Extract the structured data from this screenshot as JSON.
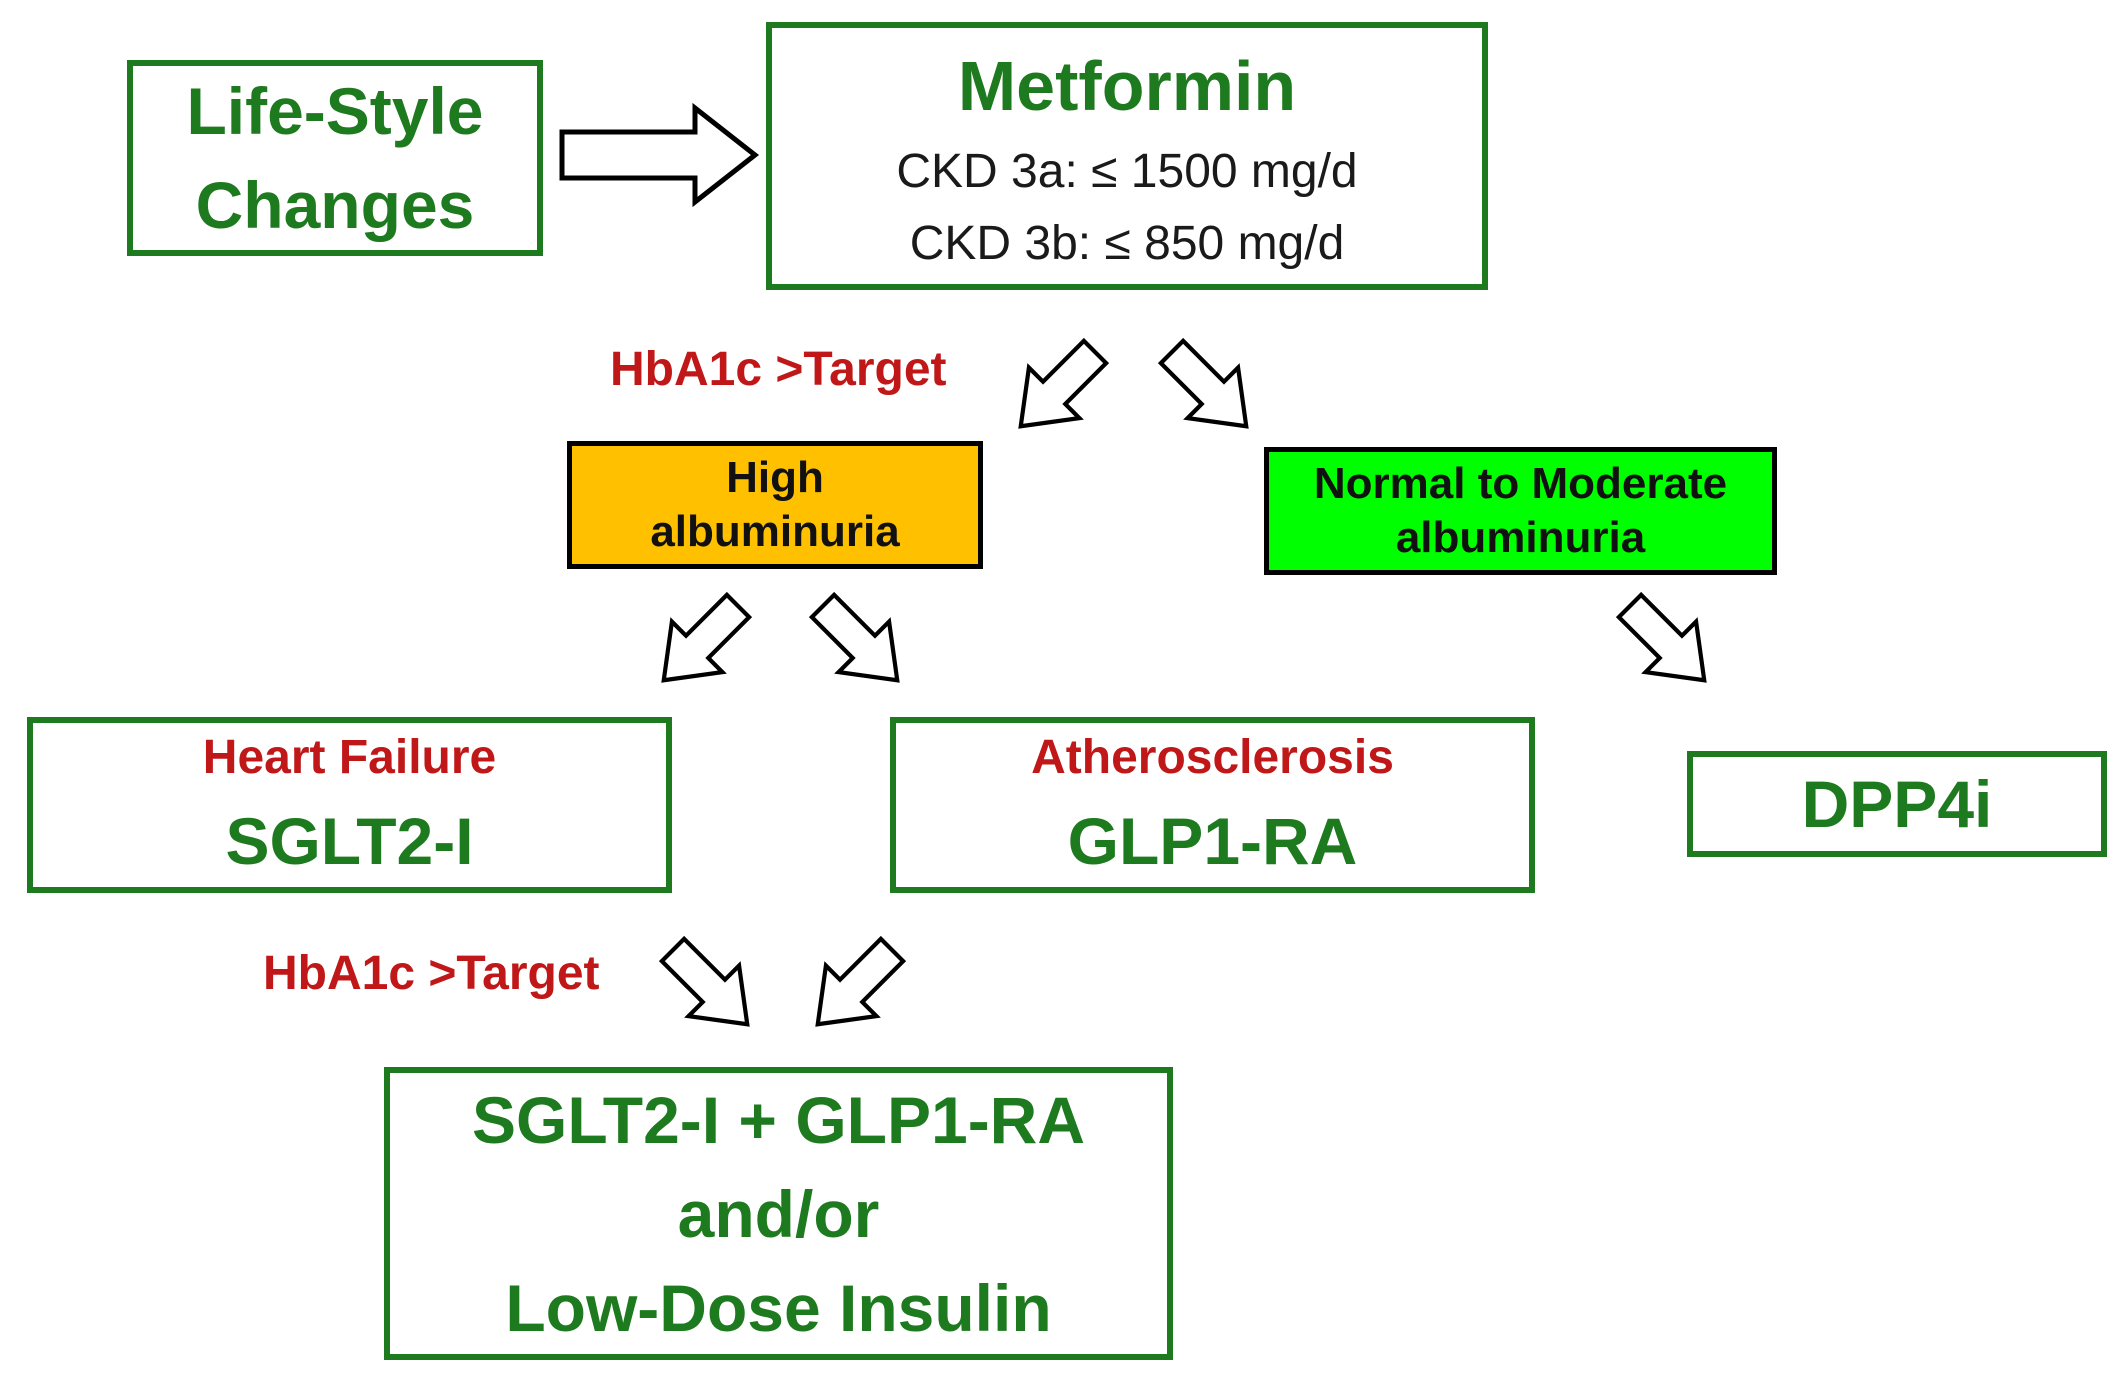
{
  "lifestyle": {
    "line1": "Life-Style",
    "line2": "Changes"
  },
  "metformin": {
    "title": "Metformin",
    "dose_3a": "CKD 3a: ≤ 1500 mg/d",
    "dose_3b": "CKD 3b: ≤ 850 mg/d"
  },
  "hba1c_top": "HbA1c >Target",
  "high_albuminuria": {
    "line1": "High",
    "line2": "albuminuria"
  },
  "normal_albuminuria": {
    "line1": "Normal to Moderate",
    "line2": "albuminuria"
  },
  "heart_failure": {
    "condition": "Heart Failure",
    "drug": "SGLT2-I"
  },
  "atherosclerosis": {
    "condition": "Atherosclerosis",
    "drug": "GLP1-RA"
  },
  "dpp4i": {
    "drug": "DPP4i"
  },
  "hba1c_bottom": "HbA1c >Target",
  "combination": {
    "line1": "SGLT2-I + GLP1-RA",
    "line2": "and/or",
    "line3": "Low-Dose Insulin"
  },
  "colors": {
    "box_border": "#1e7a1e",
    "high_albuminuria_fill": "#ffc000",
    "normal_albuminuria_fill": "#00ff00",
    "condition_text": "#c01818"
  }
}
